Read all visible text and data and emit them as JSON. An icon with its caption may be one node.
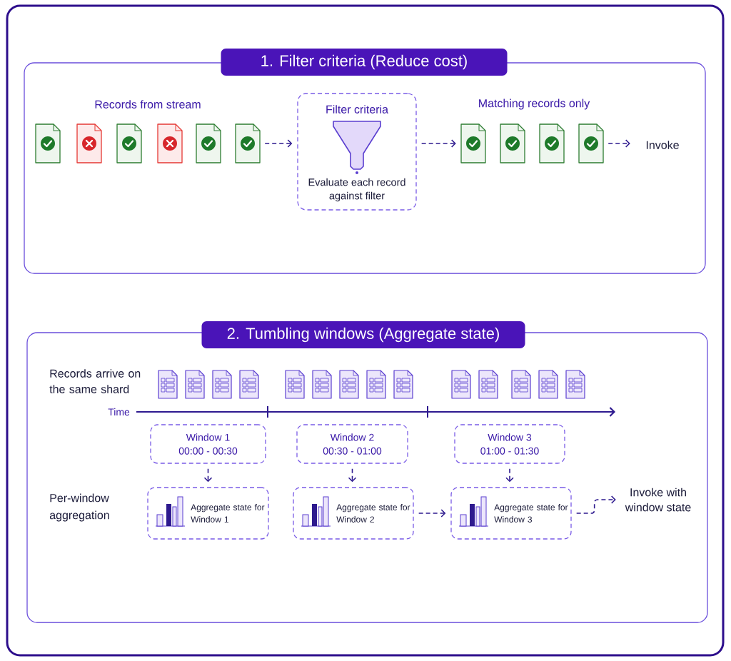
{
  "diagram": {
    "nodes": [
      {
        "text": [
          "1. Filter criteria (Reduce cost)"
        ]
      },
      {
        "text": [],
        "shape": "document",
        "in": 0
      },
      {
        "text": [],
        "shape": "document",
        "in": 0
      },
      {
        "text": [],
        "shape": "document",
        "in": 0
      },
      {
        "text": [],
        "shape": "document",
        "in": 0
      },
      {
        "text": [],
        "shape": "document",
        "in": 0
      },
      {
        "text": [],
        "shape": "document",
        "in": 0
      },
      {
        "text": [
          "Filter criteria",
          "Evaluate each record against filter"
        ],
        "in": 0
      },
      {
        "text": [],
        "shape": "document",
        "in": 0
      },
      {
        "text": [],
        "shape": "document",
        "in": 0
      },
      {
        "text": [],
        "shape": "document",
        "in": 0
      },
      {
        "text": [],
        "shape": "document",
        "in": 0
      },
      {
        "text": [
          "Invoke"
        ],
        "in": 0
      },
      {
        "text": [
          "2. Tumbling windows (Aggregate state)"
        ]
      },
      {
        "text": [
          "Window 1",
          "00:00 - 00:30"
        ],
        "in": 13
      },
      {
        "text": [
          "Window 2",
          "00:30 - 01:00"
        ],
        "in": 13
      },
      {
        "text": [
          "Window 3",
          "01:00 - 01:30"
        ],
        "in": 13
      },
      {
        "text": [
          "Aggregate state for Window 1"
        ],
        "in": 13
      },
      {
        "text": [
          "Aggregate state for Window 2"
        ],
        "in": 13
      },
      {
        "text": [
          "Aggregate state for Window 3"
        ],
        "in": 13
      },
      {
        "text": [
          "Invoke with window state"
        ],
        "in": 13
      }
    ],
    "edges": [
      {
        "from": 6,
        "to": 7,
        "arrow": "to",
        "style": "dashed"
      },
      {
        "from": 7,
        "to": 8,
        "arrow": "to",
        "style": "dashed"
      },
      {
        "from": 11,
        "to": 12,
        "arrow": "to",
        "style": "dashed"
      },
      {
        "from": 14,
        "to": 17,
        "arrow": "to",
        "style": "dashed"
      },
      {
        "from": 15,
        "to": 18,
        "arrow": "to",
        "style": "dashed"
      },
      {
        "from": 16,
        "to": 19,
        "arrow": "to",
        "style": "dashed"
      },
      {
        "from": 18,
        "to": 19,
        "arrow": "to",
        "style": "dashed"
      },
      {
        "from": 19,
        "to": 20,
        "arrow": "to",
        "style": "dashed"
      }
    ],
    "labels": [
      "Records from stream",
      "Matching records only",
      "Records arrive on the same shard",
      "Time",
      "Per-window aggregation"
    ]
  }
}
